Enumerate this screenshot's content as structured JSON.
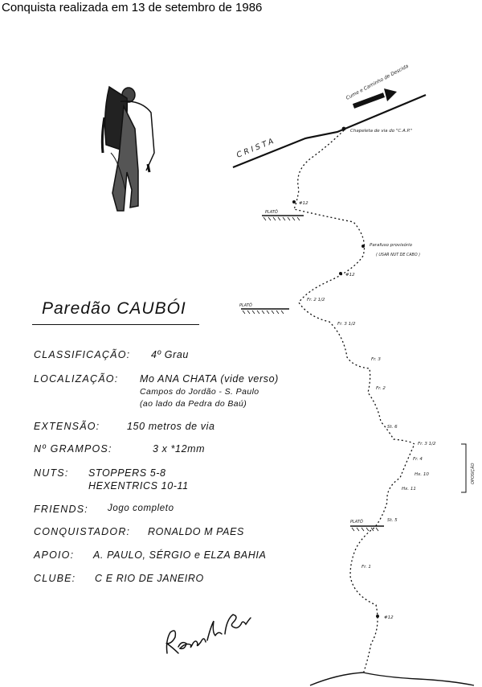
{
  "header": {
    "conquest_date": "Conquista realizada em 13 de setembro de 1986"
  },
  "route": {
    "title": "Paredão CAUBÓI",
    "fields": [
      {
        "label": "CLASSIFICAÇÃO:",
        "value": "4º Grau"
      },
      {
        "label": "LOCALIZAÇÃO:",
        "value": "Mo ANA CHATA (vide verso)"
      },
      {
        "label": "EXTENSÃO:",
        "value": "150 metros de via"
      },
      {
        "label": "Nº GRAMPOS:",
        "value": "3 x *12mm"
      },
      {
        "label": "NUTS:",
        "value": "STOPPERS 5-8"
      },
      {
        "label": "FRIENDS:",
        "value": "Jogo completo"
      },
      {
        "label": "CONQUISTADOR:",
        "value": "RONALDO M PAES"
      },
      {
        "label": "APOIO:",
        "value": "A. PAULO, SÉRGIO e ELZA BAHIA"
      },
      {
        "label": "CLUBE:",
        "value": "C E RIO DE JANEIRO"
      }
    ],
    "location_lines": [
      "Campos do Jordão - S. Paulo",
      "(ao lado da Pedra do Baú)"
    ],
    "nuts_line2": "HEXENTRICS 10-11",
    "signature": "Ronaldo M. Paes"
  },
  "topo": {
    "summit_label": "Cume e Caminho de Descida",
    "crest_label": "CRISTA",
    "anchor_label": "Chapeleta de via do \"C.A.P.\"",
    "bolt_label": "#12",
    "ledge_label": "PLATÔ",
    "provisional_label": "Parafuso provisório",
    "provisional_note": "( USAR NUT DE CABO )",
    "oposicao_label": "OPOSIÇÃO",
    "markers": [
      "Fr. 2 1/2",
      "Fr. 3 1/2",
      "Fr. 3",
      "Fr. 2",
      "St. 6",
      "Fr. 3 1/2",
      "Fr. 4",
      "Hx. 10",
      "Hx. 11",
      "St. 5",
      "Fr. 1"
    ]
  }
}
